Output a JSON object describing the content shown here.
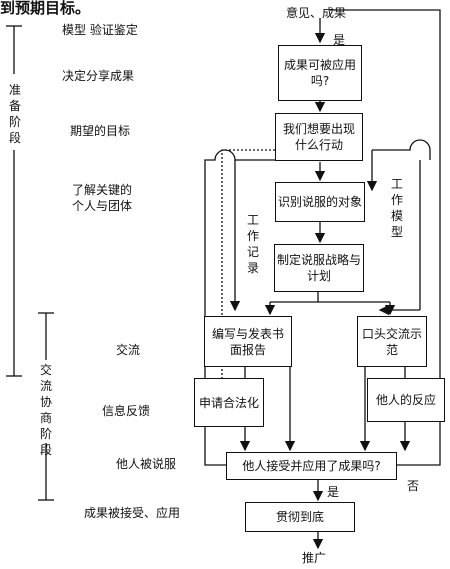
{
  "header": {
    "text": "到预期目标。"
  },
  "phases": {
    "prep": "准备阶段",
    "comm": "交流协商阶段"
  },
  "steps": [
    "模型 验证鉴定",
    "决定分享成果",
    "期望的目标",
    "了解关键的\n个人与团体",
    "交流",
    "信息反馈",
    "他人被说服",
    "成果被接受、应用"
  ],
  "flow": {
    "top_input": "意见、成果",
    "yes1": "是",
    "box1": "成果可被应用吗?",
    "box2": "我们想要出现什么行动",
    "box3": "识别说服的对象",
    "box4": "制定说服战略与计划",
    "side_left": "工作记录",
    "side_right": "工作模型",
    "box5": "编写与发表书面报告",
    "box6": "口头交流示范",
    "box7": "申请合法化",
    "box8": "他人的反应",
    "box9": "他人接受并应用了成果吗?",
    "no": "否",
    "yes2": "是",
    "box10": "贯彻到底",
    "bottom_output": "推广"
  }
}
